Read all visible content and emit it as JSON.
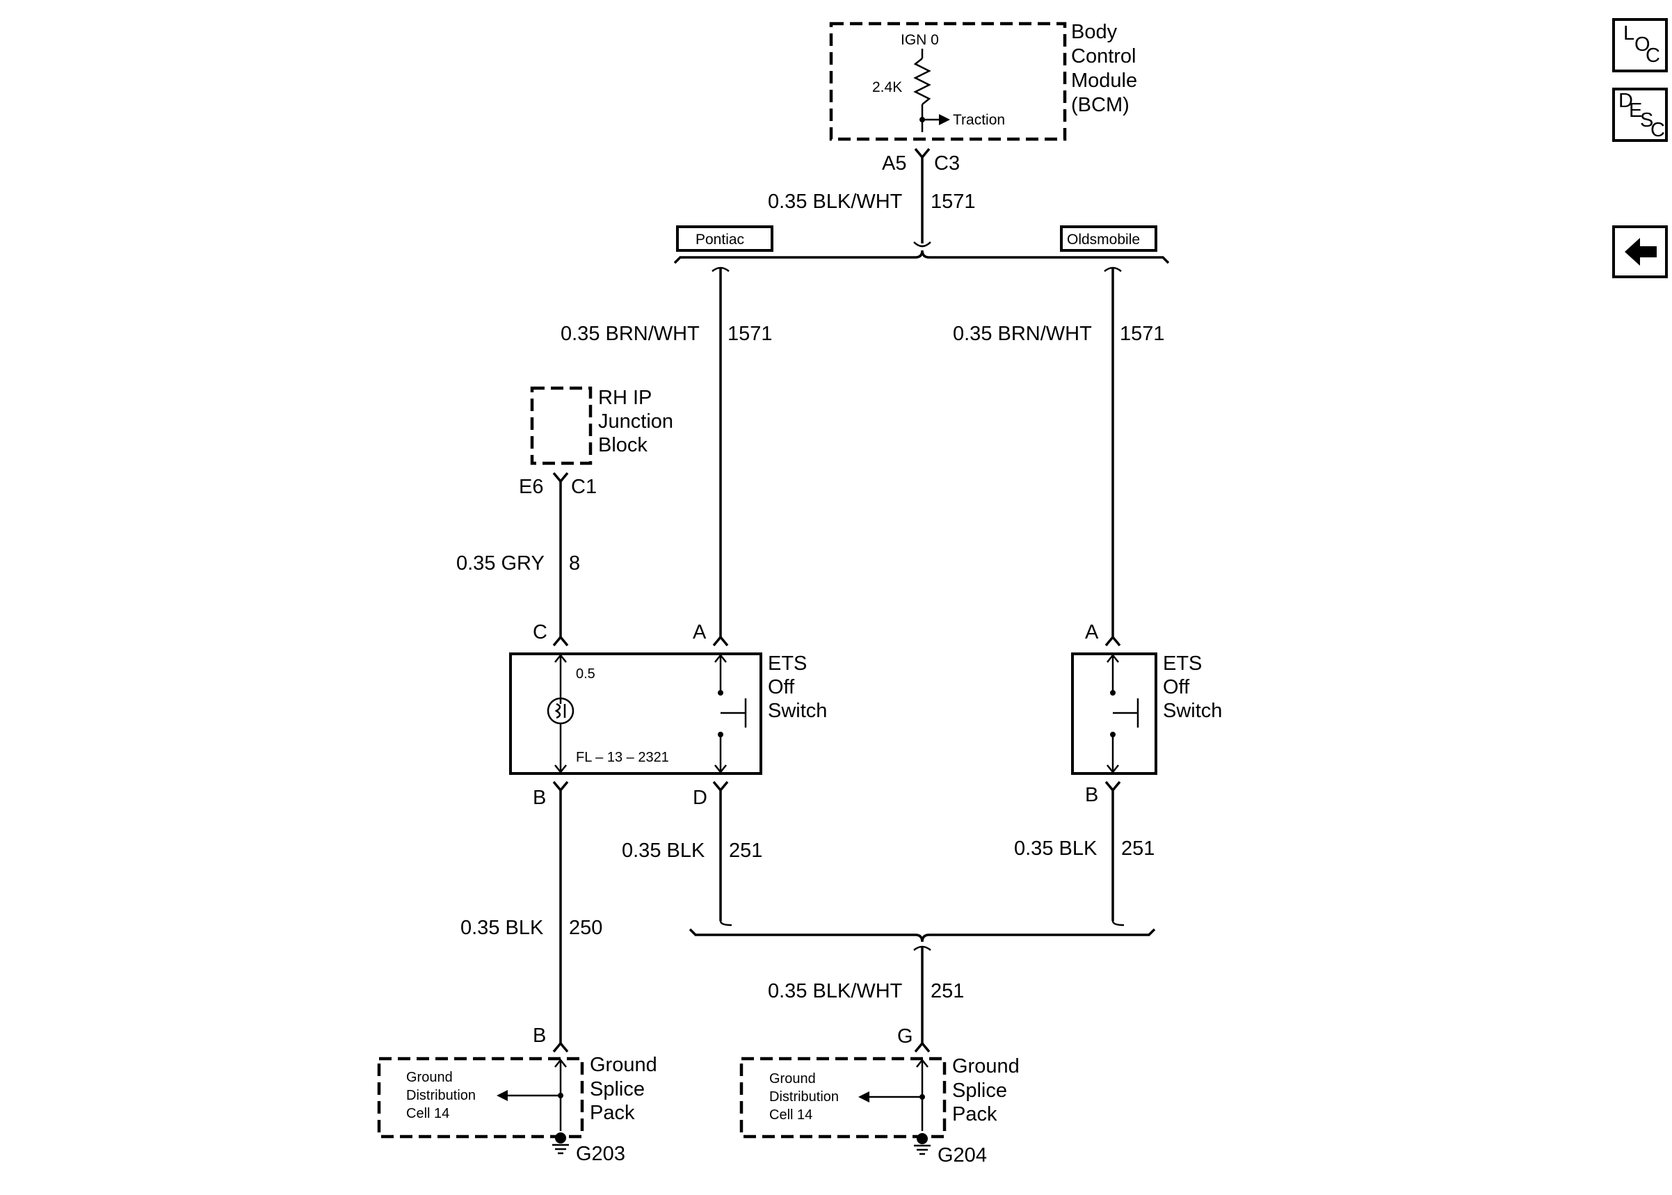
{
  "nav": {
    "loc": [
      "L",
      "O",
      "C"
    ],
    "desc": [
      "D",
      "E",
      "S",
      "C"
    ]
  },
  "bcm": {
    "name": [
      "Body",
      "Control",
      "Module",
      "(BCM)"
    ],
    "ign": "IGN 0",
    "resistor": "2.4K",
    "traction": "Traction",
    "pin": "A5",
    "connector": "C3"
  },
  "wire_bcm": {
    "gauge": "0.35 BLK/WHT",
    "circuit": "1571"
  },
  "variant_left": "Pontiac",
  "variant_right": "Oldsmobile",
  "wire_pontiac": {
    "gauge": "0.35 BRN/WHT",
    "circuit": "1571"
  },
  "wire_olds": {
    "gauge": "0.35 BRN/WHT",
    "circuit": "1571"
  },
  "junction_block": {
    "name": [
      "RH IP",
      "Junction",
      "Block"
    ],
    "pin": "E6",
    "connector": "C1"
  },
  "wire_gry": {
    "gauge": "0.35 GRY",
    "circuit": "8"
  },
  "switch_pontiac": {
    "name": [
      "ETS",
      "Off",
      "Switch"
    ],
    "pin_c": "C",
    "pin_a": "A",
    "pin_b": "B",
    "pin_d": "D",
    "bulb_rating": "0.5",
    "bulb_id": "FL – 13 – 2321"
  },
  "switch_olds": {
    "name": [
      "ETS",
      "Off",
      "Switch"
    ],
    "pin_a": "A",
    "pin_b": "B"
  },
  "wire_blk_d": {
    "gauge": "0.35 BLK",
    "circuit": "251"
  },
  "wire_blk_olds": {
    "gauge": "0.35 BLK",
    "circuit": "251"
  },
  "wire_blk_250": {
    "gauge": "0.35 BLK",
    "circuit": "250"
  },
  "wire_blk_wht_251": {
    "gauge": "0.35 BLK/WHT",
    "circuit": "251"
  },
  "splice_left": {
    "pin": "B",
    "name": [
      "Ground",
      "Splice",
      "Pack"
    ],
    "cell": [
      "Ground",
      "Distribution",
      "Cell 14"
    ],
    "ground": "G203"
  },
  "splice_right": {
    "pin": "G",
    "name": [
      "Ground",
      "Splice",
      "Pack"
    ],
    "cell": [
      "Ground",
      "Distribution",
      "Cell 14"
    ],
    "ground": "G204"
  }
}
